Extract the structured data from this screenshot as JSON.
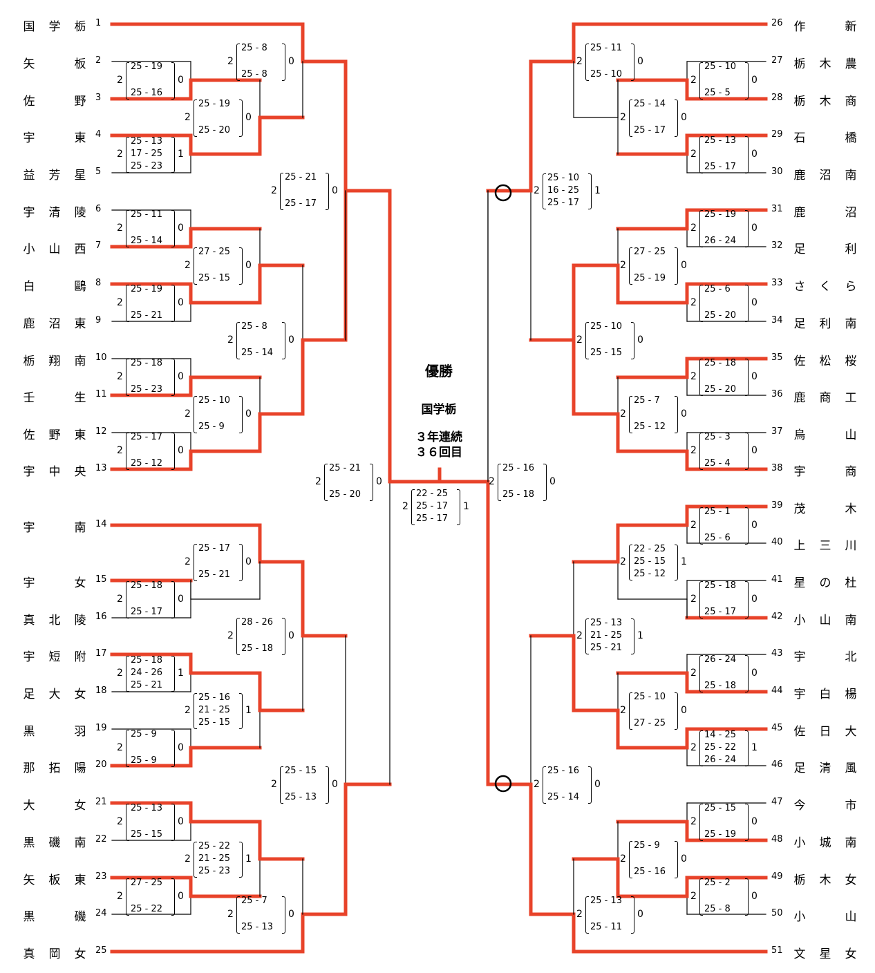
{
  "champion": {
    "title": "優勝",
    "team": "国学栃",
    "streak_line1": "３年連続",
    "streak_line2": "３６回目"
  },
  "teams": [
    {
      "seed": "1",
      "chars": [
        "国",
        "学",
        "栃"
      ]
    },
    {
      "seed": "2",
      "chars": [
        "矢",
        "",
        "板"
      ]
    },
    {
      "seed": "3",
      "chars": [
        "佐",
        "",
        "野"
      ]
    },
    {
      "seed": "4",
      "chars": [
        "宇",
        "",
        "東"
      ]
    },
    {
      "seed": "5",
      "chars": [
        "益",
        "芳",
        "星"
      ]
    },
    {
      "seed": "6",
      "chars": [
        "宇",
        "清",
        "陵"
      ]
    },
    {
      "seed": "7",
      "chars": [
        "小",
        "山",
        "西"
      ]
    },
    {
      "seed": "8",
      "chars": [
        "白",
        "",
        "鷗"
      ]
    },
    {
      "seed": "9",
      "chars": [
        "鹿",
        "沼",
        "東"
      ]
    },
    {
      "seed": "10",
      "chars": [
        "栃",
        "翔",
        "南"
      ]
    },
    {
      "seed": "11",
      "chars": [
        "壬",
        "",
        "生"
      ]
    },
    {
      "seed": "12",
      "chars": [
        "佐",
        "野",
        "東"
      ]
    },
    {
      "seed": "13",
      "chars": [
        "宇",
        "中",
        "央"
      ]
    },
    {
      "seed": "14",
      "chars": [
        "宇",
        "",
        "南"
      ]
    },
    {
      "seed": "15",
      "chars": [
        "宇",
        "",
        "女"
      ]
    },
    {
      "seed": "16",
      "chars": [
        "真",
        "北",
        "陵"
      ]
    },
    {
      "seed": "17",
      "chars": [
        "宇",
        "短",
        "附"
      ]
    },
    {
      "seed": "18",
      "chars": [
        "足",
        "大",
        "女"
      ]
    },
    {
      "seed": "19",
      "chars": [
        "黒",
        "",
        "羽"
      ]
    },
    {
      "seed": "20",
      "chars": [
        "那",
        "拓",
        "陽"
      ]
    },
    {
      "seed": "21",
      "chars": [
        "大",
        "",
        "女"
      ]
    },
    {
      "seed": "22",
      "chars": [
        "黒",
        "磯",
        "南"
      ]
    },
    {
      "seed": "23",
      "chars": [
        "矢",
        "板",
        "東"
      ]
    },
    {
      "seed": "24",
      "chars": [
        "黒",
        "",
        "磯"
      ]
    },
    {
      "seed": "25",
      "chars": [
        "真",
        "岡",
        "女"
      ]
    },
    {
      "seed": "26",
      "chars": [
        "作",
        "",
        "新"
      ]
    },
    {
      "seed": "27",
      "chars": [
        "栃",
        "木",
        "農"
      ]
    },
    {
      "seed": "28",
      "chars": [
        "栃",
        "木",
        "商"
      ]
    },
    {
      "seed": "29",
      "chars": [
        "石",
        "",
        "橋"
      ]
    },
    {
      "seed": "30",
      "chars": [
        "鹿",
        "沼",
        "南"
      ]
    },
    {
      "seed": "31",
      "chars": [
        "鹿",
        "",
        "沼"
      ]
    },
    {
      "seed": "32",
      "chars": [
        "足",
        "",
        "利"
      ]
    },
    {
      "seed": "33",
      "chars": [
        "さ",
        "く",
        "ら"
      ]
    },
    {
      "seed": "34",
      "chars": [
        "足",
        "利",
        "南"
      ]
    },
    {
      "seed": "35",
      "chars": [
        "佐",
        "松",
        "桜"
      ]
    },
    {
      "seed": "36",
      "chars": [
        "鹿",
        "商",
        "工"
      ]
    },
    {
      "seed": "37",
      "chars": [
        "烏",
        "",
        "山"
      ]
    },
    {
      "seed": "38",
      "chars": [
        "宇",
        "",
        "商"
      ]
    },
    {
      "seed": "39",
      "chars": [
        "茂",
        "",
        "木"
      ]
    },
    {
      "seed": "40",
      "chars": [
        "上",
        "三",
        "川"
      ]
    },
    {
      "seed": "41",
      "chars": [
        "星",
        "の",
        "杜"
      ]
    },
    {
      "seed": "42",
      "chars": [
        "小",
        "山",
        "南"
      ]
    },
    {
      "seed": "43",
      "chars": [
        "宇",
        "",
        "北"
      ]
    },
    {
      "seed": "44",
      "chars": [
        "宇",
        "白",
        "楊"
      ]
    },
    {
      "seed": "45",
      "chars": [
        "佐",
        "日",
        "大"
      ]
    },
    {
      "seed": "46",
      "chars": [
        "足",
        "清",
        "風"
      ]
    },
    {
      "seed": "47",
      "chars": [
        "今",
        "",
        "市"
      ]
    },
    {
      "seed": "48",
      "chars": [
        "小",
        "城",
        "南"
      ]
    },
    {
      "seed": "49",
      "chars": [
        "栃",
        "木",
        "女"
      ]
    },
    {
      "seed": "50",
      "chars": [
        "小",
        "",
        "山"
      ]
    },
    {
      "seed": "51",
      "chars": [
        "文",
        "星",
        "女"
      ]
    }
  ],
  "scores": [
    {
      "w": "2",
      "l": "0",
      "sets": [
        "25 - 19",
        "25 - 16"
      ]
    },
    {
      "w": "2",
      "l": "1",
      "sets": [
        "25 - 13",
        "17 - 25",
        "25 - 23"
      ]
    },
    {
      "w": "2",
      "l": "0",
      "sets": [
        "25 - 8",
        "25 - 8"
      ]
    },
    {
      "w": "2",
      "l": "0",
      "sets": [
        "25 - 19",
        "25 - 20"
      ]
    },
    {
      "w": "2",
      "l": "0",
      "sets": [
        "25 - 11",
        "25 - 14"
      ]
    },
    {
      "w": "2",
      "l": "0",
      "sets": [
        "25 - 19",
        "25 - 21"
      ]
    },
    {
      "w": "2",
      "l": "0",
      "sets": [
        "27 - 25",
        "25 - 15"
      ]
    },
    {
      "w": "2",
      "l": "0",
      "sets": [
        "25 - 18",
        "25 - 23"
      ]
    },
    {
      "w": "2",
      "l": "0",
      "sets": [
        "25 - 17",
        "25 - 12"
      ]
    },
    {
      "w": "2",
      "l": "0",
      "sets": [
        "25 - 10",
        "25 - 9"
      ]
    },
    {
      "w": "2",
      "l": "0",
      "sets": [
        "25 - 8",
        "25 - 14"
      ]
    },
    {
      "w": "2",
      "l": "0",
      "sets": [
        "25 - 21",
        "25 - 17"
      ]
    },
    {
      "w": "2",
      "l": "0",
      "sets": [
        "25 - 17",
        "25 - 21"
      ]
    },
    {
      "w": "2",
      "l": "0",
      "sets": [
        "25 - 18",
        "25 - 17"
      ]
    },
    {
      "w": "2",
      "l": "1",
      "sets": [
        "25 - 18",
        "24 - 26",
        "25 - 21"
      ]
    },
    {
      "w": "2",
      "l": "0",
      "sets": [
        "25 - 9",
        "25 - 9"
      ]
    },
    {
      "w": "2",
      "l": "0",
      "sets": [
        "28 - 26",
        "25 - 18"
      ]
    },
    {
      "w": "2",
      "l": "1",
      "sets": [
        "25 - 16",
        "21 - 25",
        "25 - 15"
      ]
    },
    {
      "w": "2",
      "l": "0",
      "sets": [
        "25 - 13",
        "25 - 15"
      ]
    },
    {
      "w": "2",
      "l": "0",
      "sets": [
        "27 - 25",
        "25 - 22"
      ]
    },
    {
      "w": "2",
      "l": "1",
      "sets": [
        "25 - 22",
        "21 - 25",
        "25 - 23"
      ]
    },
    {
      "w": "2",
      "l": "0",
      "sets": [
        "25 - 7",
        "25 - 13"
      ]
    },
    {
      "w": "2",
      "l": "0",
      "sets": [
        "25 - 15",
        "25 - 13"
      ]
    },
    {
      "w": "2",
      "l": "0",
      "sets": [
        "25 - 21",
        "25 - 20"
      ]
    },
    {
      "w": "2",
      "l": "1",
      "sets": [
        "22 - 25",
        "25 - 17",
        "25 - 17"
      ]
    },
    {
      "w": "2",
      "l": "0",
      "sets": [
        "25 - 11",
        "25 - 10"
      ]
    },
    {
      "w": "2",
      "l": "0",
      "sets": [
        "25 - 10",
        "25 - 5"
      ]
    },
    {
      "w": "2",
      "l": "0",
      "sets": [
        "25 - 14",
        "25 - 17"
      ]
    },
    {
      "w": "2",
      "l": "0",
      "sets": [
        "25 - 13",
        "25 - 17"
      ]
    },
    {
      "w": "2",
      "l": "1",
      "sets": [
        "25 - 10",
        "16 - 25",
        "25 - 17"
      ]
    },
    {
      "w": "2",
      "l": "0",
      "sets": [
        "25 - 19",
        "26 - 24"
      ]
    },
    {
      "w": "2",
      "l": "0",
      "sets": [
        "27 - 25",
        "25 - 19"
      ]
    },
    {
      "w": "2",
      "l": "0",
      "sets": [
        "25 - 6",
        "25 - 20"
      ]
    },
    {
      "w": "2",
      "l": "0",
      "sets": [
        "25 - 10",
        "25 - 15"
      ]
    },
    {
      "w": "2",
      "l": "0",
      "sets": [
        "25 - 18",
        "25 - 20"
      ]
    },
    {
      "w": "2",
      "l": "0",
      "sets": [
        "25 - 7",
        "25 - 12"
      ]
    },
    {
      "w": "2",
      "l": "0",
      "sets": [
        "25 - 3",
        "25 - 4"
      ]
    },
    {
      "w": "2",
      "l": "0",
      "sets": [
        "25 - 16",
        "25 - 18"
      ]
    },
    {
      "w": "2",
      "l": "0",
      "sets": [
        "25 - 1",
        "25 - 6"
      ]
    },
    {
      "w": "2",
      "l": "1",
      "sets": [
        "22 - 25",
        "25 - 15",
        "25 - 12"
      ]
    },
    {
      "w": "2",
      "l": "0",
      "sets": [
        "25 - 18",
        "25 - 17"
      ]
    },
    {
      "w": "2",
      "l": "1",
      "sets": [
        "25 - 13",
        "21 - 25",
        "25 - 21"
      ]
    },
    {
      "w": "2",
      "l": "0",
      "sets": [
        "26 - 24",
        "25 - 18"
      ]
    },
    {
      "w": "2",
      "l": "0",
      "sets": [
        "25 - 10",
        "27 - 25"
      ]
    },
    {
      "w": "2",
      "l": "1",
      "sets": [
        "14 - 25",
        "25 - 22",
        "26 - 24"
      ]
    },
    {
      "w": "2",
      "l": "0",
      "sets": [
        "25 - 16",
        "25 - 14"
      ]
    },
    {
      "w": "2",
      "l": "0",
      "sets": [
        "25 - 15",
        "25 - 19"
      ]
    },
    {
      "w": "2",
      "l": "0",
      "sets": [
        "25 - 9",
        "25 - 16"
      ]
    },
    {
      "w": "2",
      "l": "0",
      "sets": [
        "25 - 2",
        "25 - 8"
      ]
    },
    {
      "w": "2",
      "l": "0",
      "sets": [
        "25 - 13",
        "25 - 11"
      ]
    }
  ],
  "colors": {
    "winner_line": "#e8432a",
    "line": "#000000"
  }
}
